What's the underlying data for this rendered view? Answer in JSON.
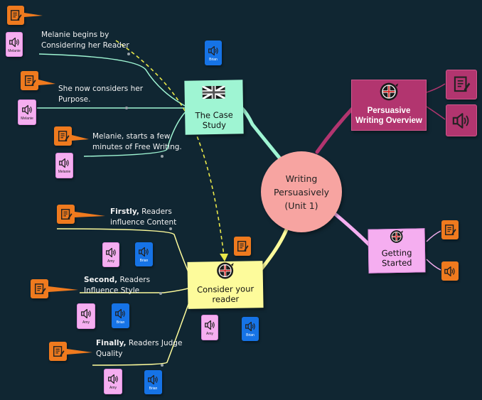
{
  "central": {
    "line1": "Writing",
    "line2": "Persuasively",
    "line3": "(Unit 1)"
  },
  "topics": {
    "case_study": {
      "label": "The Case Study"
    },
    "overview": {
      "line1": "Persuasive",
      "line2": "Writing Overview"
    },
    "consider_reader": {
      "label": "Consider your reader"
    },
    "getting_started": {
      "label": "Getting Started"
    }
  },
  "subtopics": {
    "melanie_reader": {
      "line1": "Melanie begins by",
      "line2": "Considering her Reader"
    },
    "purpose": {
      "line1": "She now considers her",
      "line2": "Purpose."
    },
    "free_writing": {
      "line1": "Melanie, starts a few",
      "line2": "minutes of Free Writing."
    },
    "firstly": {
      "bold": "Firstly,",
      "rest1": " Readers",
      "line2": "influence Content"
    },
    "second": {
      "bold": "Second,",
      "rest1": " Readers",
      "line2": "Influence Style"
    },
    "finally": {
      "bold": "Finally,",
      "rest1": " Readers Judge",
      "line2": "Quality"
    }
  },
  "audio_captions": {
    "melanie": "Melanie",
    "brian": "Brian",
    "amy": "Amy"
  },
  "colors": {
    "background": "#102632",
    "central": "#f7a4a1",
    "case_study": "#9ff5d3",
    "overview": "#b2356f",
    "consider_reader": "#fdfb9b",
    "getting_started": "#f5aef0",
    "note_orange": "#ef7a1e",
    "audio_pink": "#f5aef0",
    "audio_blue": "#1673e6",
    "dashed_link": "#e9e84a"
  },
  "icons": {
    "note": "document-pencil-icon",
    "audio": "speaker-icon",
    "flag": "union-flag-icon",
    "emblem": "cross-shield-icon"
  }
}
